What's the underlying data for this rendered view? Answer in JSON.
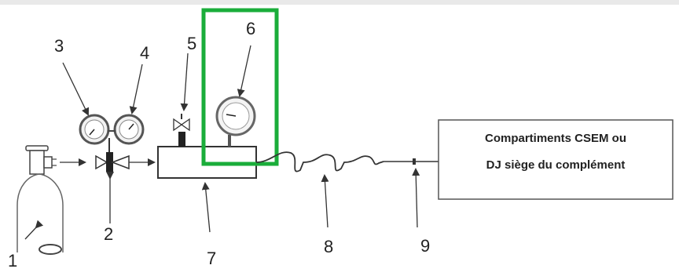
{
  "labels": {
    "n1": "1",
    "n2": "2",
    "n3": "3",
    "n4": "4",
    "n5": "5",
    "n6": "6",
    "n7": "7",
    "n8": "8",
    "n9": "9"
  },
  "box": {
    "line1": "Compartiments CSEM ou",
    "line2": "DJ siège du complément"
  },
  "colors": {
    "highlight": "#1aad3a",
    "line": "#333333"
  }
}
